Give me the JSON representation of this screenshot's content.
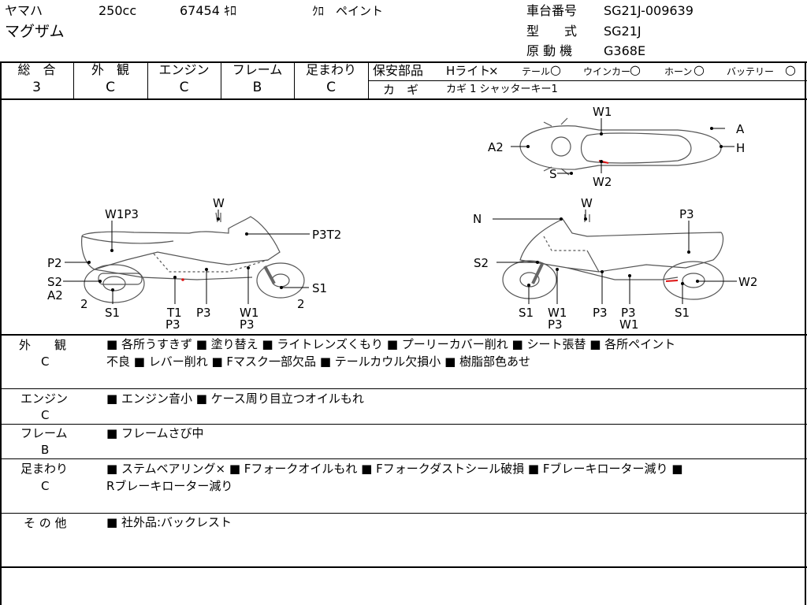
{
  "header": {
    "maker": "ヤマハ",
    "displacement": "250cc",
    "mileage": "67454 ｷﾛ",
    "color": "ｸﾛ　ペイント",
    "model_name": "マグザム",
    "chassis_label": "車台番号",
    "chassis_value": "SG21J-009639",
    "type_label": "型　　式",
    "type_value": "SG21J",
    "engine_label": "原 動 機",
    "engine_value": "G368E"
  },
  "grades": {
    "overall_label": "総　合",
    "overall_value": "3",
    "exterior_label": "外　観",
    "exterior_value": "C",
    "engine_label": "エンジン",
    "engine_value": "C",
    "frame_label": "フレーム",
    "frame_value": "B",
    "suspension_label": "足まわり",
    "suspension_value": "C"
  },
  "safety": {
    "label": "保安部品",
    "headlight": "Hライト",
    "headlight_mark": "×",
    "tail": "テール",
    "tail_mark": "○",
    "winker": "ウインカー",
    "winker_mark": "○",
    "horn": "ホーン",
    "horn_mark": "○",
    "battery": "バッテリー",
    "battery_mark": "○",
    "key_label": "カ　ギ",
    "key_value": "カギ 1 シャッターキー1"
  },
  "diagram": {
    "left": {
      "w_top": "W",
      "w1p3": "W1P3",
      "p3t2": "P3T2",
      "p2": "P2",
      "s2": "S2",
      "a2": "A2",
      "two_a": "2",
      "s1_left": "S1",
      "t1": "T1",
      "p3_under_t1": "P3",
      "p3_mid": "P3",
      "w1": "W1",
      "p3_under_w1": "P3",
      "s1_right": "S1",
      "two_b": "2"
    },
    "top": {
      "w1": "W1",
      "a": "A",
      "a2": "A2",
      "h": "H",
      "s": "S",
      "w2": "W2"
    },
    "right": {
      "n": "N",
      "w_top": "W",
      "p3_top": "P3",
      "s2": "S2",
      "w2": "W2",
      "s1_left": "S1",
      "w1": "W1",
      "p3_under_w1": "P3",
      "p3_mid": "P3",
      "p3_right": "P3",
      "w1_under": "W1",
      "s1_right": "S1"
    }
  },
  "remarks": {
    "exterior_label": "外　　観",
    "exterior_grade": "C",
    "exterior_line1": "■ 各所うすきず ■ 塗り替え ■ ライトレンズくもり ■ プーリーカバー削れ ■ シート張替 ■ 各所ペイント",
    "exterior_line2": "不良 ■ レバー削れ ■ Fマスク一部欠品 ■ テールカウル欠損小 ■ 樹脂部色あせ",
    "engine_label": "エンジン",
    "engine_grade": "C",
    "engine_text": "■ エンジン音小 ■ ケース周り目立つオイルもれ",
    "frame_label": "フレーム",
    "frame_grade": "B",
    "frame_text": "■ フレームさび中",
    "suspension_label": "足まわり",
    "suspension_grade": "C",
    "suspension_line1": "■ ステムベアリング× ■ Fフォークオイルもれ ■ Fフォークダストシール破損 ■ Fブレーキローター減り ■",
    "suspension_line2": "Rブレーキローター減り",
    "other_label": "そ の 他",
    "other_text": "■ 社外品:バックレスト"
  }
}
